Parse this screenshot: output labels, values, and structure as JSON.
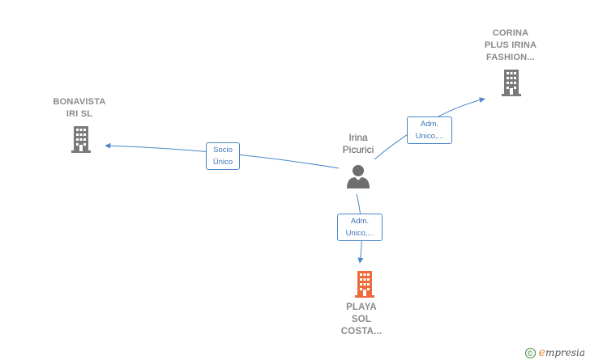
{
  "colors": {
    "edge": "#4a86c8",
    "company_icon": "#7a7a7a",
    "main_company_icon": "#ee6a3b",
    "person_icon": "#6e6e6e"
  },
  "person": {
    "line1": "Irina",
    "line2": "Picurici",
    "icon": "person-icon"
  },
  "companies": {
    "bonavista": {
      "line1": "BONAVISTA",
      "line2": "IRI SL",
      "icon": "building-icon"
    },
    "corina": {
      "line1": "CORINA",
      "line2": "PLUS IRINA",
      "line3": "FASHION...",
      "icon": "building-icon"
    },
    "playa": {
      "line1": "PLAYA",
      "line2": "SOL",
      "line3": "COSTA...",
      "icon": "building-icon"
    }
  },
  "edges": {
    "socio": {
      "line1": "Socio",
      "line2": "Único"
    },
    "adm_corina": {
      "line1": "Adm.",
      "line2": "Unico,..."
    },
    "adm_playa": {
      "line1": "Adm.",
      "line2": "Unico,..."
    }
  },
  "footer": {
    "copyright_symbol": "©",
    "brand_initial": "e",
    "brand_rest": "mpresia"
  }
}
